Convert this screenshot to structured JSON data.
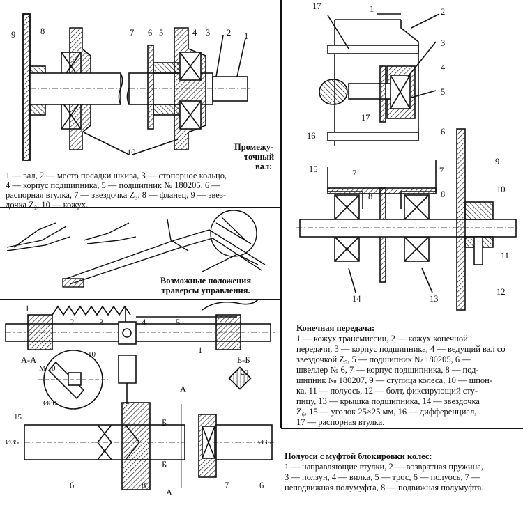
{
  "panels": {
    "intermediate_shaft": {
      "title_line1": "Промежу-",
      "title_line2": "точный",
      "title_line3": "вал:",
      "legend": [
        "1 — вал, 2 — место посадки шкива, 3 — стопорное кольцо,",
        "4 — корпус подшипника, 5 — подшипник № 180205, 6 —",
        "распорная втулка, 7 — звездочка Z₃, 8 — фланец, 9 — звез-",
        "дочка Z₂, 10 — кожух."
      ],
      "numbers": [
        "9",
        "8",
        "7",
        "6",
        "5",
        "4",
        "3",
        "2",
        "1",
        "10"
      ]
    },
    "traverse": {
      "caption_line1": "Возможные положения",
      "caption_line2": "траверсы управления."
    },
    "final_drive": {
      "title": "Конечная передача:",
      "legend": [
        "1 — кожух трансмиссии, 2 — кожух конечной",
        "передачи, 3 — корпус подшипника, 4 — ведущий вал со",
        "звездочкой Z₅, 5 — подшипник № 180205, 6 —",
        "швеллер № 6, 7 — корпус подшипника, 8 — под-",
        "шипник № 180207, 9 — ступица колеса, 10 — шпон-",
        "ка, 11 — полуось, 12 — болт, фиксирующий сту-",
        "пицу, 13 — крышка подшипника, 14 — звездочка",
        "Z₆, 15 — уголок 25×25 мм, 16 — дифференциал,",
        "17 — распорная втулка."
      ],
      "numbers": [
        "17",
        "1",
        "2",
        "3",
        "4",
        "5",
        "16",
        "17",
        "6",
        "15",
        "7",
        "7",
        "8",
        "9",
        "10",
        "8",
        "11",
        "14",
        "13",
        "12"
      ]
    },
    "half_axles": {
      "title": "Полуоси с муфтой блокировки колес:",
      "legend": [
        "1 — направляющие втулки, 2 — возвратная пружина,",
        "3 — ползун, 4 — вилка, 5 — трос, 6 — полуось, 7 —",
        "неподвижная полумуфта, 8 — подвижная полумуфта."
      ],
      "numbers": [
        "1",
        "2",
        "3",
        "4",
        "5",
        "1",
        "6",
        "7",
        "6",
        "8"
      ],
      "section_labels": [
        "А-А",
        "Б-Б",
        "А",
        "А",
        "Б",
        "Б"
      ],
      "dimensions": [
        "М 10",
        "10",
        "20",
        "Ø80",
        "15",
        "Ø35",
        "Ø35"
      ]
    }
  }
}
